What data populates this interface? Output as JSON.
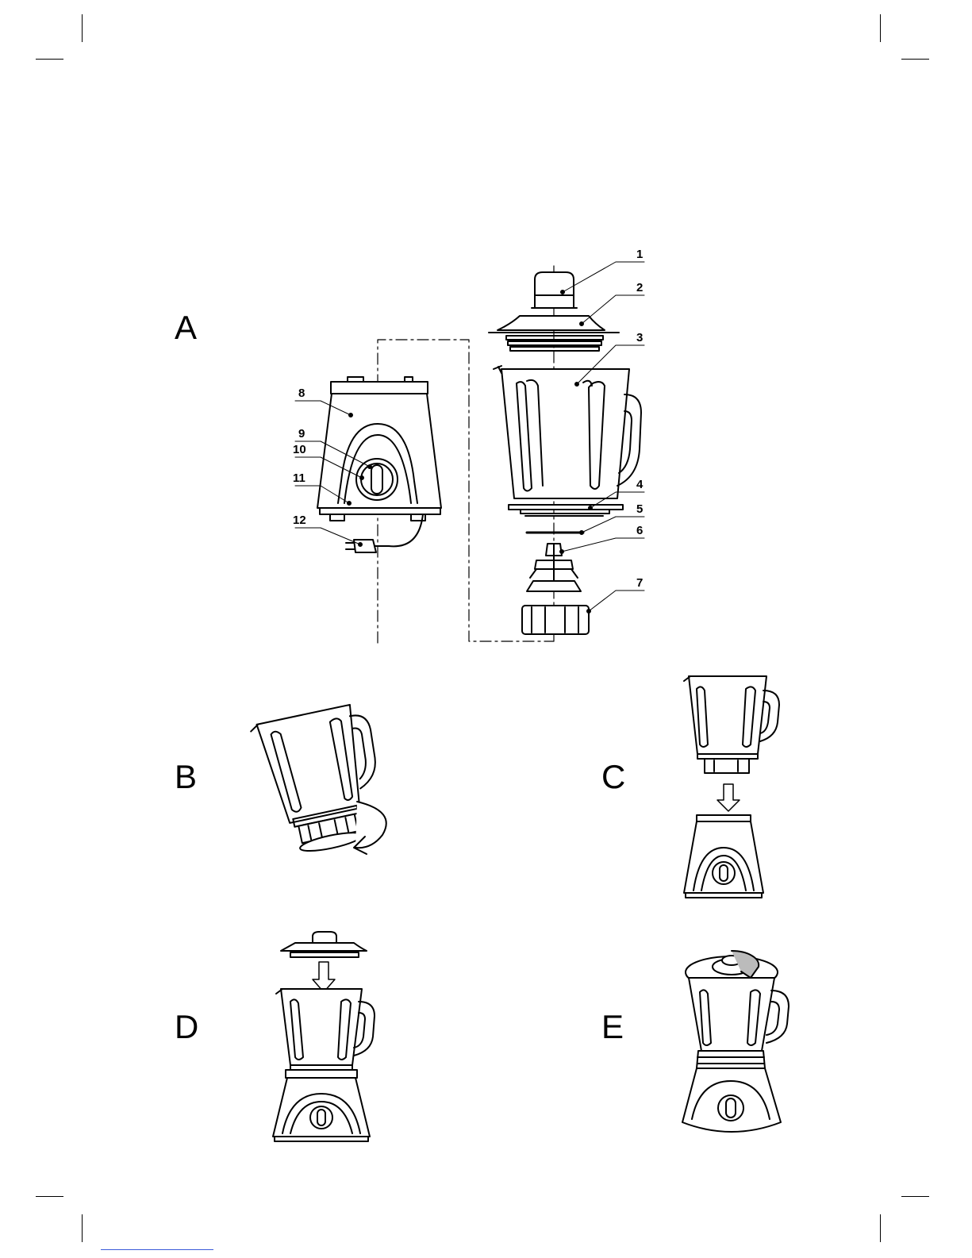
{
  "panels": {
    "a": "A",
    "b": "B",
    "c": "C",
    "d": "D",
    "e": "E"
  },
  "callouts": [
    "1",
    "2",
    "3",
    "4",
    "5",
    "6",
    "7",
    "8",
    "9",
    "10",
    "11",
    "12"
  ],
  "colors": {
    "ink": "#000000",
    "paper": "#ffffff",
    "shade": "#d8d8d8"
  }
}
